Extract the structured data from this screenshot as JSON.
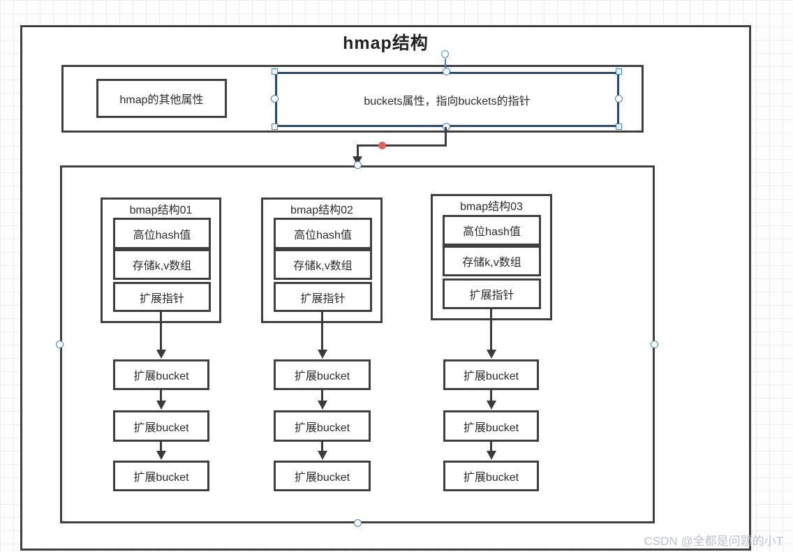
{
  "title": "hmap结构",
  "top_section": {
    "other_attrs_label": "hmap的其他属性",
    "buckets_label": "buckets属性，指向buckets的指针"
  },
  "bmaps": [
    {
      "title": "bmap结构01",
      "rows": [
        "高位hash值",
        "存储k,v数组",
        "扩展指针"
      ],
      "buckets": [
        "扩展bucket",
        "扩展bucket",
        "扩展bucket"
      ]
    },
    {
      "title": "bmap结构02",
      "rows": [
        "高位hash值",
        "存储k,v数组",
        "扩展指针"
      ],
      "buckets": [
        "扩展bucket",
        "扩展bucket",
        "扩展bucket"
      ]
    },
    {
      "title": "bmap结构03",
      "rows": [
        "高位hash值",
        "存储k,v数组",
        "扩展指针"
      ],
      "buckets": [
        "扩展bucket",
        "扩展bucket",
        "扩展bucket"
      ]
    }
  ],
  "watermark": "CSDN @全都是问题的小T",
  "colors": {
    "shape_border": "#3f3f3f",
    "selection_border": "#27496d",
    "handle_blue": "#3d85d2",
    "waypoint_red": "#e05f5f",
    "grid_line": "#ececec",
    "watermark_gray": "#bfc3c7"
  }
}
